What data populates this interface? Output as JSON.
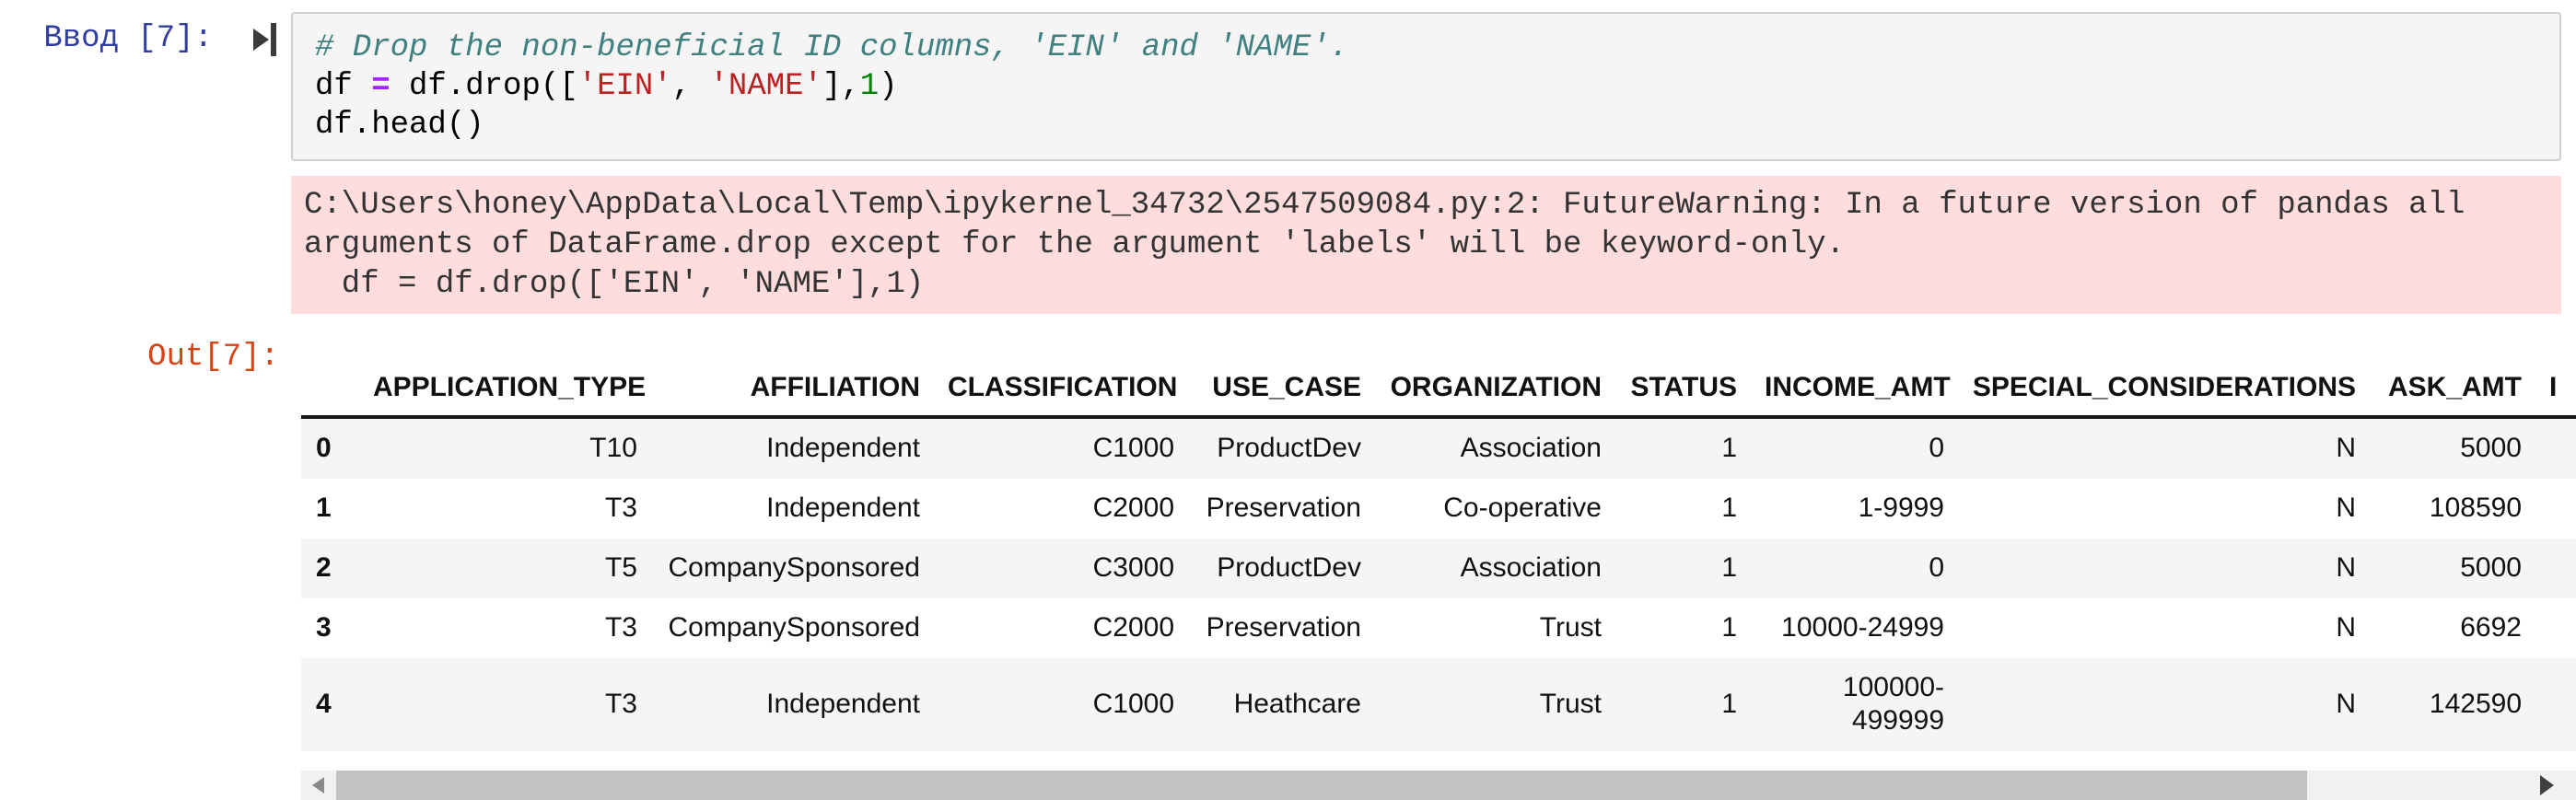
{
  "colors": {
    "in_prompt": "#303f9f",
    "out_prompt": "#d84315",
    "warning_bg": "#ffdddd",
    "comment": "#408080",
    "operator": "#aa22ff",
    "string": "#ba2121",
    "number": "#008000",
    "row_stripe": "#f5f5f5"
  },
  "icons": {
    "run": "step-forward-icon",
    "scroll_left": "triangle-left-icon",
    "scroll_right": "triangle-right-icon"
  },
  "input": {
    "prompt": "Ввод [7]:",
    "code_lines": [
      [
        [
          "# Drop the non-beneficial ID columns, 'EIN' and 'NAME'.",
          "comment"
        ]
      ],
      [
        [
          "df ",
          "plain"
        ],
        [
          "=",
          "operator"
        ],
        [
          " df.drop([",
          "plain"
        ],
        [
          "'EIN'",
          "string"
        ],
        [
          ", ",
          "plain"
        ],
        [
          "'NAME'",
          "string"
        ],
        [
          "],",
          "plain"
        ],
        [
          "1",
          "number"
        ],
        [
          ")",
          "plain"
        ]
      ],
      [
        [
          "df.head()",
          "plain"
        ]
      ]
    ]
  },
  "warning": {
    "lines": [
      "C:\\Users\\honey\\AppData\\Local\\Temp\\ipykernel_34732\\2547509084.py:2: FutureWarning: In a future version of pandas all",
      "arguments of DataFrame.drop except for the argument 'labels' will be keyword-only.",
      "  df = df.drop(['EIN', 'NAME'],1)"
    ]
  },
  "output": {
    "prompt": "Out[7]:",
    "table": {
      "index_header": "",
      "columns": [
        "APPLICATION_TYPE",
        "AFFILIATION",
        "CLASSIFICATION",
        "USE_CASE",
        "ORGANIZATION",
        "STATUS",
        "INCOME_AMT",
        "SPECIAL_CONSIDERATIONS",
        "ASK_AMT",
        "I"
      ],
      "rows": [
        {
          "index": "0",
          "cells": [
            "T10",
            "Independent",
            "C1000",
            "ProductDev",
            "Association",
            "1",
            "0",
            "N",
            "5000",
            ""
          ]
        },
        {
          "index": "1",
          "cells": [
            "T3",
            "Independent",
            "C2000",
            "Preservation",
            "Co-operative",
            "1",
            "1-9999",
            "N",
            "108590",
            ""
          ]
        },
        {
          "index": "2",
          "cells": [
            "T5",
            "CompanySponsored",
            "C3000",
            "ProductDev",
            "Association",
            "1",
            "0",
            "N",
            "5000",
            ""
          ]
        },
        {
          "index": "3",
          "cells": [
            "T3",
            "CompanySponsored",
            "C2000",
            "Preservation",
            "Trust",
            "1",
            "10000-24999",
            "N",
            "6692",
            ""
          ]
        },
        {
          "index": "4",
          "cells": [
            "T3",
            "Independent",
            "C1000",
            "Heathcare",
            "Trust",
            "1",
            "100000-499999",
            "N",
            "142590",
            ""
          ]
        }
      ]
    }
  }
}
